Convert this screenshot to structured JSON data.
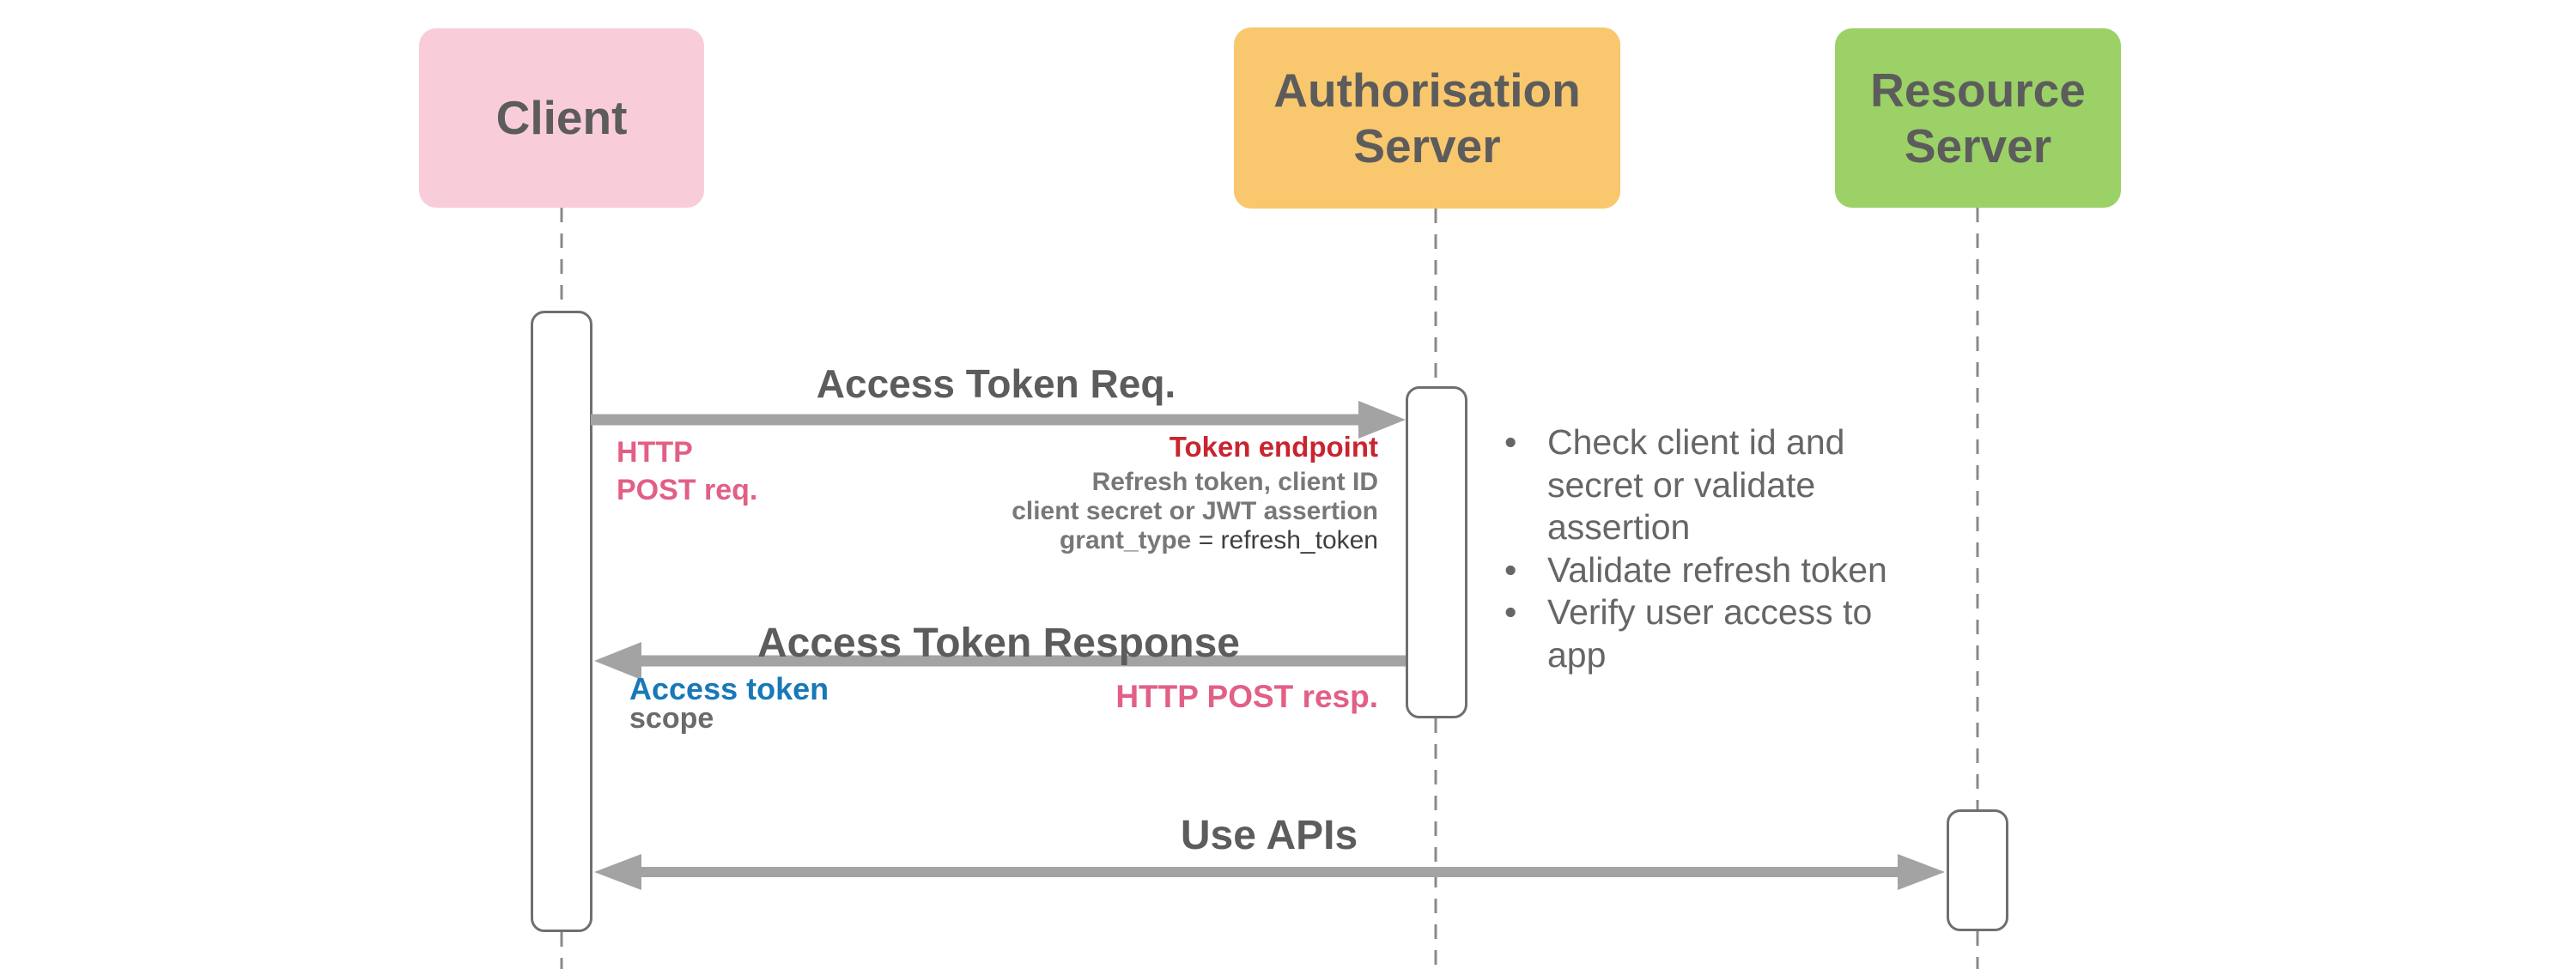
{
  "actors": [
    {
      "name": "Client",
      "color": "#f8cdd9"
    },
    {
      "name": "Authorisation Server",
      "color": "#f9c76d"
    },
    {
      "name": "Resource Server",
      "color": "#9bd167"
    }
  ],
  "messages": [
    {
      "label": "Access Token Req.",
      "from": "Client",
      "to": "Authorisation Server"
    },
    {
      "label": "Access Token Response",
      "from": "Authorisation Server",
      "to": "Client"
    },
    {
      "label": "Use APIs",
      "from": "Client",
      "to": "Resource Server"
    }
  ],
  "annotations": {
    "http_post_req_lines": [
      "HTTP",
      "POST req."
    ],
    "token_endpoint": "Token endpoint",
    "request_params": [
      "Refresh token, client ID",
      "client secret or JWT assertion"
    ],
    "grant_type_bold": "grant_type",
    "grant_type_rest": " = refresh_token",
    "access_token": "Access token",
    "scope": "scope",
    "http_post_resp": "HTTP POST resp."
  },
  "auth_checks": {
    "bullet": "•",
    "items": [
      {
        "lines": [
          "Check client id and",
          "secret or validate",
          "assertion"
        ]
      },
      {
        "lines": [
          "Validate refresh token"
        ]
      },
      {
        "lines": [
          "Verify user access to",
          "app"
        ]
      }
    ]
  },
  "colors": {
    "client_box": "#f8cdd9",
    "auth_box": "#f9c76d",
    "resource_box": "#9bd167",
    "title_text": "#5c5c5c",
    "arrow_gray": "#a3a3a3",
    "lifeline_gray": "#8a8a8a",
    "activation_border": "#6f6f6f",
    "pink_text": "#e25f86",
    "red_text": "#c9252f",
    "blue_text": "#1878b8",
    "note_text": "#666666",
    "param_text": "#787878",
    "param_value_text": "#3f3f3f"
  }
}
